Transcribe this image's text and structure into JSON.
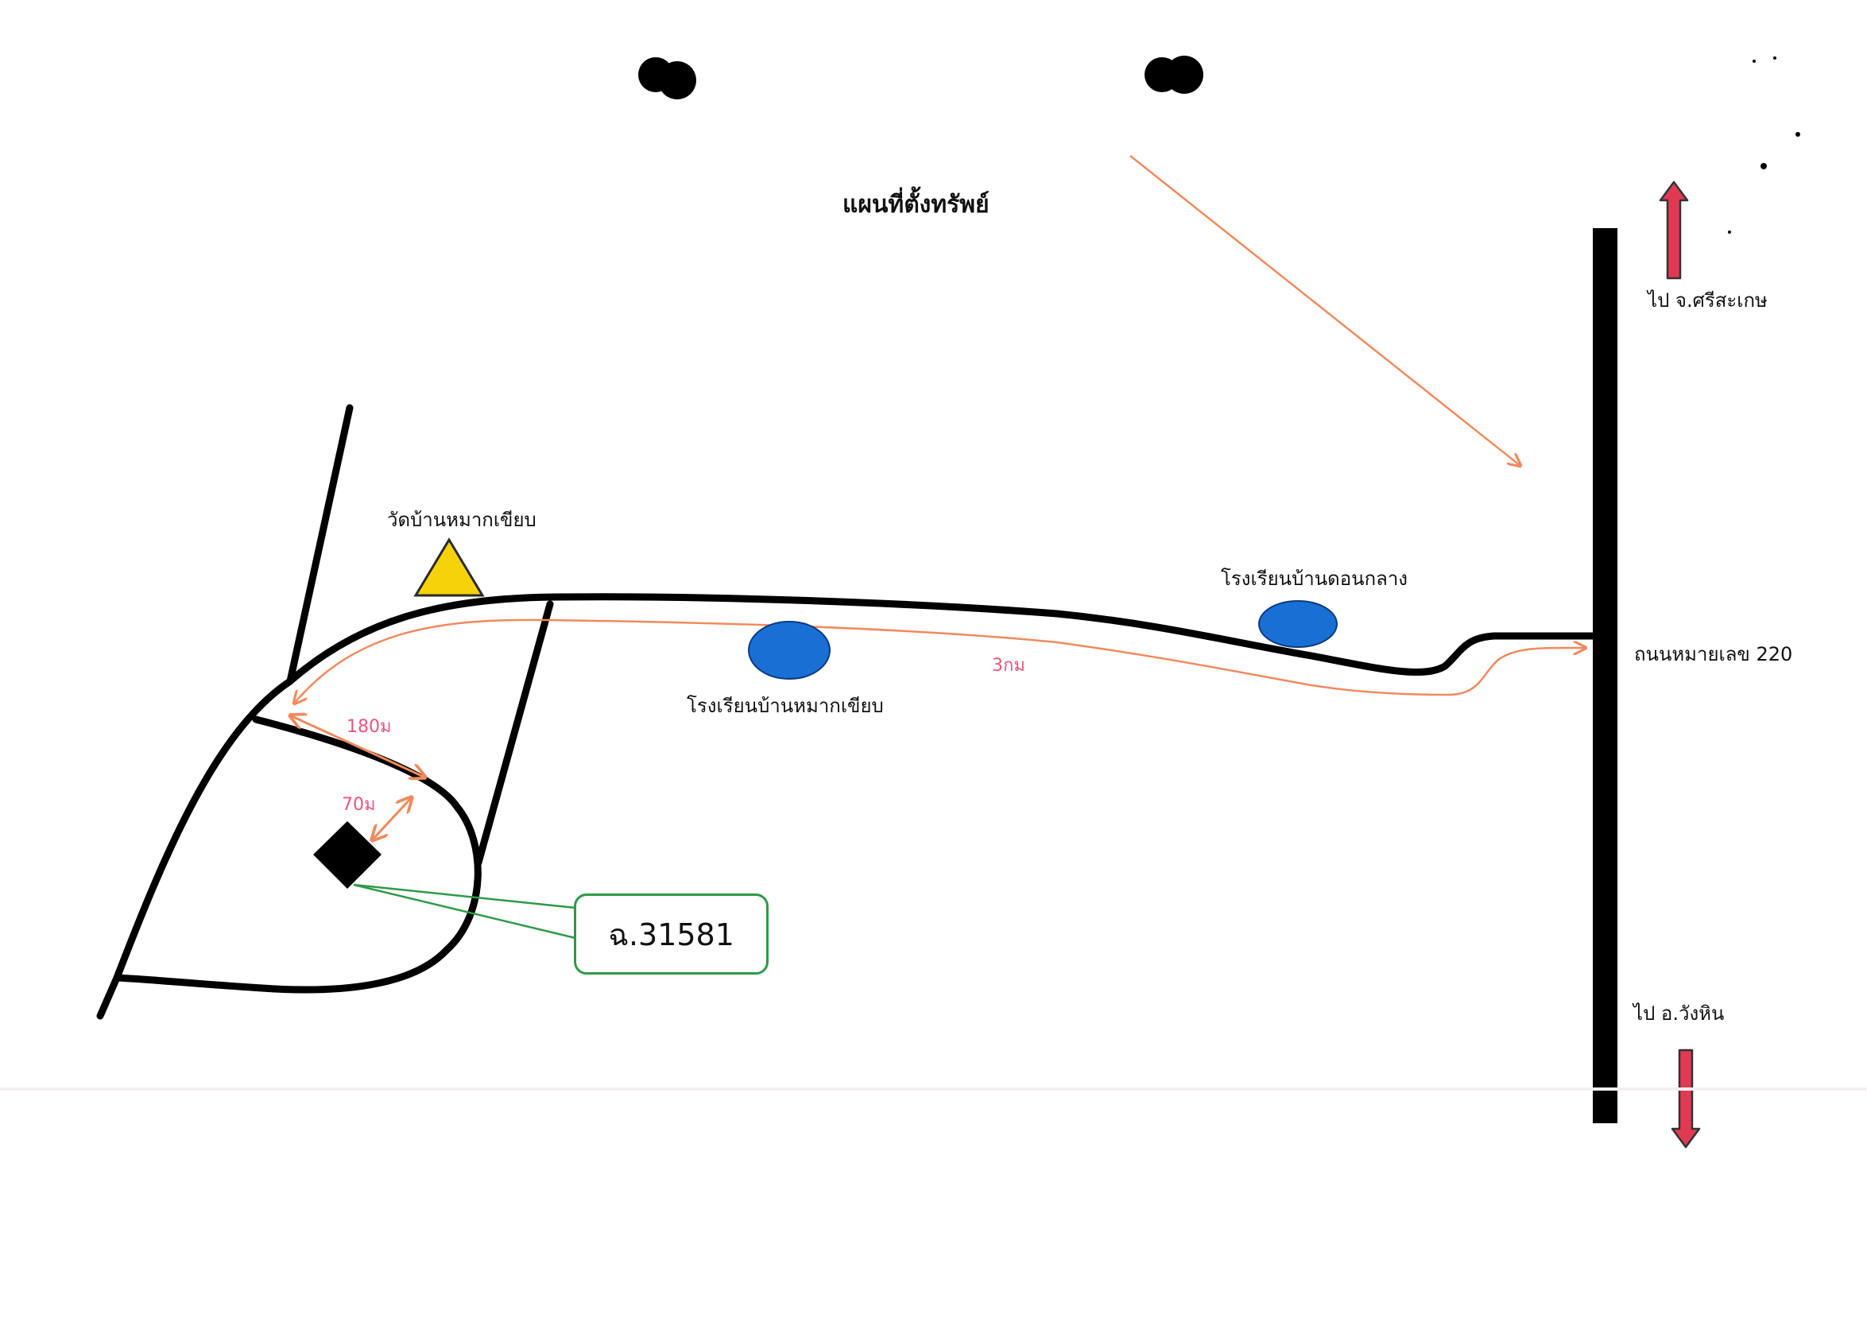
{
  "map": {
    "title": "แผนที่ตั้งทรัพย์",
    "landmarks": {
      "temple": "วัดบ้านหมากเขียบ",
      "school_mak_khiap": "โรงเรียนบ้านหมากเขียบ",
      "school_don_klang": "โรงเรียนบ้านดอนกลาง"
    },
    "highway": {
      "label": "ถนนหมายเลข 220",
      "north_label": "ไป จ.ศรีสะเกษ",
      "south_label": "ไป อ.วังหิน"
    },
    "distances": {
      "main": "3กม",
      "branch": "180ม",
      "plot": "70ม"
    },
    "plot_label": "ฉ.31581",
    "colors": {
      "road": "#000000",
      "route": "#f08a5d",
      "school": "#1a6fd4",
      "temple": "#f5d20a",
      "direction_arrow": "#e03a52",
      "callout": "#2e9a48",
      "distance_text": "#e8567a"
    },
    "icons": {
      "temple": "triangle-icon",
      "school": "ellipse-icon",
      "property": "diamond-icon",
      "direction": "arrow-icon"
    }
  }
}
